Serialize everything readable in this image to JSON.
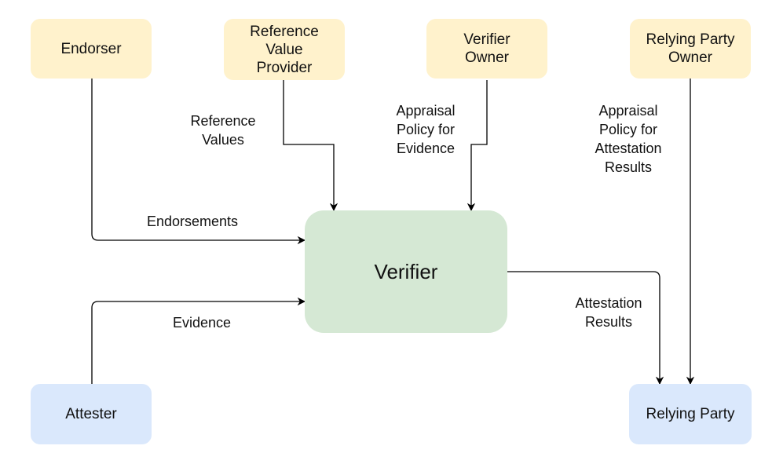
{
  "nodes": {
    "endorser": "Endorser",
    "reference_value_provider": "Reference\nValue\nProvider",
    "verifier_owner": "Verifier\nOwner",
    "relying_party_owner": "Relying Party\nOwner",
    "verifier": "Verifier",
    "attester": "Attester",
    "relying_party": "Relying Party"
  },
  "edges": {
    "reference_values": "Reference\nValues",
    "appraisal_policy_evidence": "Appraisal\nPolicy for\nEvidence",
    "appraisal_policy_results": "Appraisal\nPolicy for\nAttestation\nResults",
    "endorsements": "Endorsements",
    "evidence": "Evidence",
    "attestation_results": "Attestation\nResults"
  },
  "colors": {
    "role_fill": "#fff2cc",
    "verifier_fill": "#d5e8d4",
    "party_fill": "#dae8fc",
    "line": "#000000"
  }
}
